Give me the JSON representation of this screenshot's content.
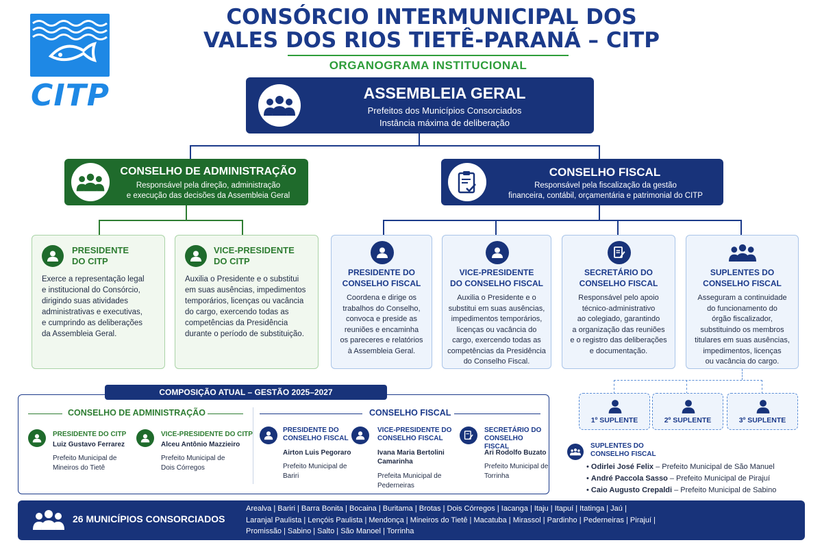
{
  "logo": {
    "text": "CITP"
  },
  "title": {
    "line1": "CONSÓRCIO INTERMUNICIPAL DOS",
    "line2": "VALES DOS RIOS TIETÊ-PARANÁ – CITP",
    "subtitle": "ORGANOGRAMA INSTITUCIONAL"
  },
  "assembleia": {
    "title": "ASSEMBLEIA GERAL",
    "line1": "Prefeitos dos Municípios Consorciados",
    "line2": "Instância máxima de deliberação",
    "icon": "group-icon"
  },
  "conselho_admin": {
    "title": "CONSELHO DE ADMINISTRAÇÃO",
    "line1": "Responsável pela direção, administração",
    "line2": "e execução das decisões da Assembleia Geral",
    "icon": "group-icon"
  },
  "conselho_fiscal": {
    "title": "CONSELHO FISCAL",
    "line1": "Responsável pela fiscalização da gestão",
    "line2": "financeira, contábil, orçamentária e patrimonial do CITP",
    "icon": "clipboard-check-icon"
  },
  "admin_roles": [
    {
      "title1": "PRESIDENTE",
      "title2": "DO CITP",
      "desc": [
        "Exerce a representação legal",
        "e institucional do Consórcio,",
        "dirigindo suas atividades",
        "administrativas e executivas,",
        "e cumprindo as deliberações",
        "da Assembleia Geral."
      ]
    },
    {
      "title1": "VICE-PRESIDENTE",
      "title2": "DO CITP",
      "desc": [
        "Auxilia o Presidente e o substitui",
        "em suas ausências, impedimentos",
        "temporários, licenças ou vacância",
        "do cargo, exercendo todas as",
        "competências da Presidência",
        "durante o período de substituição."
      ]
    }
  ],
  "fiscal_roles": [
    {
      "title1": "PRESIDENTE DO",
      "title2": "CONSELHO FISCAL",
      "desc": [
        "Coordena e dirige os",
        "trabalhos do Conselho,",
        "convoca e preside as",
        "reuniões e encaminha",
        "os pareceres e relatórios",
        "à Assembleia Geral."
      ]
    },
    {
      "title1": "VICE-PRESIDENTE",
      "title2": "DO CONSELHO FISCAL",
      "desc": [
        "Auxilia o Presidente e o",
        "substitui em suas ausências,",
        "impedimentos temporários,",
        "licenças ou vacância do",
        "cargo, exercendo todas as",
        "competências da Presidência",
        "do Conselho Fiscal."
      ]
    },
    {
      "title1": "SECRETÁRIO DO",
      "title2": "CONSELHO FISCAL",
      "desc": [
        "Responsável pelo apoio",
        "técnico-administrativo",
        "ao colegiado, garantindo",
        "a organização das reuniões",
        "e o registro das deliberações",
        "e documentação."
      ]
    },
    {
      "title1": "SUPLENTES DO",
      "title2": "CONSELHO FISCAL",
      "desc": [
        "Asseguram a continuidade",
        "do funcionamento do",
        "órgão fiscalizador,",
        "substituindo os membros",
        "titulares em suas ausências,",
        "impedimentos, licenças",
        "ou vacância do cargo."
      ]
    }
  ],
  "suplentes": [
    "1º SUPLENTE",
    "2º SUPLENTE",
    "3º SUPLENTE"
  ],
  "composicao": {
    "tag": "COMPOSIÇÃO ATUAL – GESTÃO 2025–2027",
    "admin_head": "CONSELHO DE ADMINISTRAÇÃO",
    "fiscal_head": "CONSELHO FISCAL",
    "admin_members": [
      {
        "title": "PRESIDENTE DO CITP",
        "name": "Luiz Gustavo Ferrarez",
        "role1": "Prefeito Municipal de",
        "role2": "Mineiros do Tietê"
      },
      {
        "title": "VICE-PRESIDENTE DO CITP",
        "name": "Alceu Antônio Mazzieiro",
        "role1": "Prefeito Municipal de",
        "role2": "Dois Córregos"
      }
    ],
    "fiscal_members": [
      {
        "title1": "PRESIDENTE DO",
        "title2": "CONSELHO FISCAL",
        "name1": "Airton Luis Pegoraro",
        "name2": "",
        "role1": "Prefeito Municipal de",
        "role2": "Bariri"
      },
      {
        "title1": "VICE-PRESIDENTE DO",
        "title2": "CONSELHO FISCAL",
        "name1": "Ivana Maria Bertolini",
        "name2": "Camarinha",
        "role1": "Prefeita Municipal de",
        "role2": "Pederneiras"
      },
      {
        "title1": "SECRETÁRIO DO",
        "title2": "CONSELHO FISCAL",
        "name1": "Ari Rodolfo Buzato",
        "name2": "",
        "role1": "Prefeito Municipal de",
        "role2": "Torrinha"
      }
    ]
  },
  "suplentes_list": {
    "title1": "SUPLENTES DO",
    "title2": "CONSELHO FISCAL",
    "items": [
      {
        "name": "Odirlei José Felix",
        "role": " – Prefeito Municipal de São Manuel"
      },
      {
        "name": "André Paccola Sasso",
        "role": " – Prefeito Municipal de Pirajuí"
      },
      {
        "name": "Caio Augusto Crepaldi",
        "role": " – Prefeito Municipal de Sabino"
      }
    ]
  },
  "footer": {
    "label": "26 MUNICÍPIOS CONSORCIADOS",
    "line1": "Arealva | Bariri | Barra Bonita | Bocaina | Buritama | Brotas | Dois Córregos | Iacanga | Itaju | Itapuí | Itatinga | Jaú |",
    "line2": "Laranjal Paulista | Lençóis Paulista | Mendonça | Mineiros do Tietê | Macatuba | Mirassol | Pardinho | Pederneiras | Pirajuí |",
    "line3": "Promissão | Sabino | Salto | São Manoel | Torrinha"
  },
  "colors": {
    "navy": "#18337a",
    "green": "#1f6b2c",
    "logo_blue": "#1e88e5",
    "accent_green": "#2e9d3a"
  }
}
